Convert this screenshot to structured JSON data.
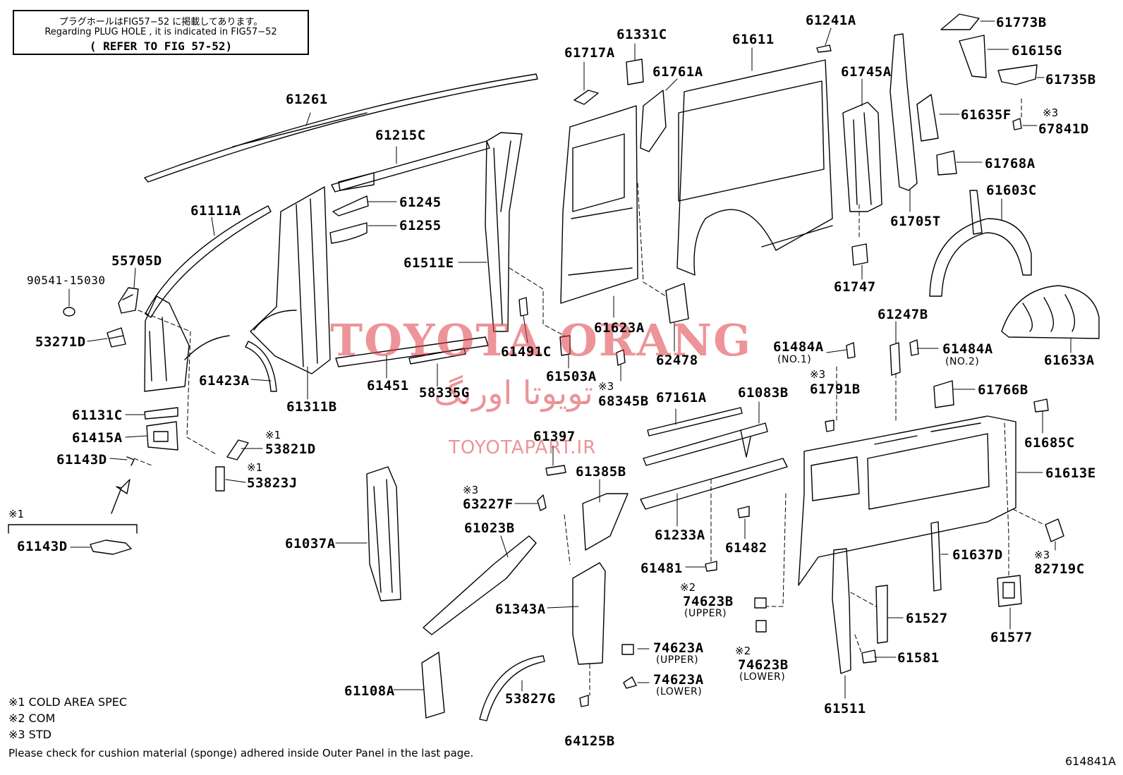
{
  "note": {
    "line1": "プラグホールはFIG57−52 に掲載してあります。",
    "line2": "Regarding  PLUG HOLE , it is indicated in FIG57−52",
    "line3": "( REFER TO FIG 57-52)"
  },
  "watermark": {
    "brand": "TOYOTA ORANG",
    "persian": "تویوتا اورنگ",
    "site": "TOYOTAPART.IR",
    "color": "#dc3c46"
  },
  "legend": {
    "cold": "※1 COLD AREA SPEC",
    "com": "※2 COM",
    "std": "※3 STD",
    "footer": "Please check for cushion material (sponge) adhered inside Outer Panel in the last page."
  },
  "diagram_id": "614841A",
  "marks": {
    "m1": "※1",
    "m2": "※2",
    "m3": "※3"
  },
  "subs": {
    "no1": "(NO.1)",
    "no2": "(NO.2)",
    "upper": "(UPPER)",
    "lower": "(LOWER)"
  },
  "parts": {
    "p61261": "61261",
    "p61215C": "61215C",
    "p61111A": "61111A",
    "p55705D": "55705D",
    "p90541": "90541-15030",
    "p53271D": "53271D",
    "p61245": "61245",
    "p61255": "61255",
    "p61511E": "61511E",
    "p61717A": "61717A",
    "p61331C": "61331C",
    "p61761A": "61761A",
    "p61611": "61611",
    "p61241A": "61241A",
    "p61745A": "61745A",
    "p61773B": "61773B",
    "p61615G": "61615G",
    "p61735B": "61735B",
    "p61635F": "61635F",
    "p67841D": "67841D",
    "p61768A": "61768A",
    "p61705T": "61705T",
    "p61603C": "61603C",
    "p61747": "61747",
    "p61633A": "61633A",
    "p61247B": "61247B",
    "p61484A": "61484A",
    "p61766B": "61766B",
    "p61685C": "61685C",
    "p61613E": "61613E",
    "p61791B": "61791B",
    "p61623A": "61623A",
    "p62478": "62478",
    "p61491C": "61491C",
    "p61503A": "61503A",
    "p68345B": "68345B",
    "p58335G": "58335G",
    "p61451": "61451",
    "p61311B": "61311B",
    "p61423A": "61423A",
    "p61131C": "61131C",
    "p61415A": "61415A",
    "p61143D": "61143D",
    "p53821D": "53821D",
    "p53823J": "53823J",
    "p67161A": "67161A",
    "p61083B": "61083B",
    "p61397": "61397",
    "p61385B": "61385B",
    "p61233A": "61233A",
    "p61482": "61482",
    "p61481": "61481",
    "p63227F": "63227F",
    "p61023B": "61023B",
    "p61037A": "61037A",
    "p61343A": "61343A",
    "p74623B": "74623B",
    "p74623A": "74623A",
    "p61108A": "61108A",
    "p53827G": "53827G",
    "p64125B": "64125B",
    "p61511": "61511",
    "p61527": "61527",
    "p61581": "61581",
    "p61577": "61577",
    "p61637D": "61637D",
    "p82719C": "82719C"
  }
}
